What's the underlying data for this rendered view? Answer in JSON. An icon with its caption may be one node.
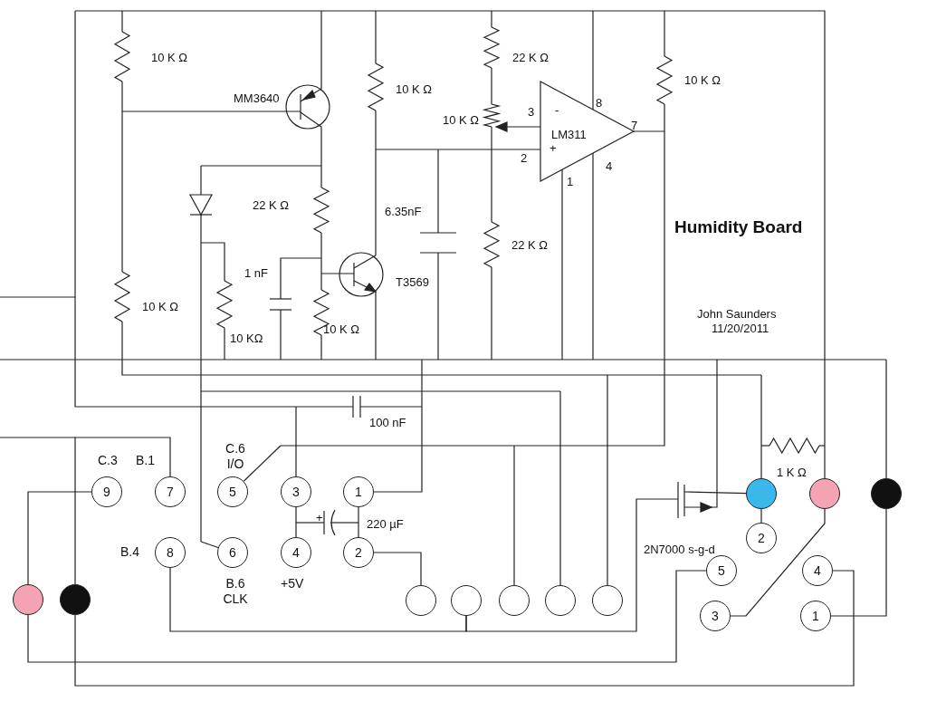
{
  "diagram": {
    "title": "Humidity Board",
    "nodes": [
      {
        "text": [
          "9"
        ],
        "beside": [
          "C.3"
        ]
      },
      {
        "text": [
          "7"
        ],
        "beside": [
          "B.1"
        ]
      },
      {
        "text": [
          "5"
        ],
        "beside": [
          "C.6 I/O"
        ]
      },
      {
        "text": [
          "3"
        ]
      },
      {
        "text": [
          "1"
        ]
      },
      {
        "text": [],
        "shape": "circle"
      },
      {
        "text": [],
        "shape": "circle"
      },
      {
        "text": [],
        "shape": "circle"
      },
      {
        "text": [
          "8"
        ],
        "beside": [
          "B.4"
        ]
      },
      {
        "text": [
          "6"
        ],
        "beside": [
          "B.6 CLK"
        ]
      },
      {
        "text": [
          "4"
        ],
        "beside": [
          "+5V"
        ]
      },
      {
        "text": [
          "2"
        ]
      },
      {
        "text": [
          "2"
        ]
      },
      {
        "text": [
          "5"
        ]
      },
      {
        "text": [
          "4"
        ]
      },
      {
        "text": [],
        "shape": "circle"
      },
      {
        "text": [],
        "shape": "circle"
      },
      {
        "text": [],
        "shape": "circle"
      },
      {
        "text": [],
        "shape": "circle"
      },
      {
        "text": [],
        "shape": "circle"
      },
      {
        "text": [],
        "shape": "circle"
      },
      {
        "text": [],
        "shape": "circle"
      },
      {
        "text": [
          "3"
        ]
      },
      {
        "text": [
          "1"
        ]
      }
    ],
    "edges": [
      {
        "from": 0,
        "to": 15,
        "arrow": "none"
      },
      {
        "from": 15,
        "to": 13,
        "arrow": "none"
      },
      {
        "from": 1,
        "to": 16,
        "arrow": "none"
      },
      {
        "from": 16,
        "to": 14,
        "arrow": "none"
      },
      {
        "from": 3,
        "to": 10,
        "arrow": "none"
      },
      {
        "from": 4,
        "to": 11,
        "arrow": "none"
      },
      {
        "from": 11,
        "to": 17,
        "arrow": "none"
      },
      {
        "from": 8,
        "to": 18,
        "arrow": "none"
      },
      {
        "from": 5,
        "to": 12,
        "arrow": "none"
      },
      {
        "from": 6,
        "to": 22,
        "arrow": "none"
      },
      {
        "from": 7,
        "to": 23,
        "arrow": "none"
      },
      {
        "from": 2,
        "to": null,
        "arrow": "none"
      },
      {
        "from": 9,
        "to": null,
        "arrow": "none"
      },
      {
        "from": 3,
        "to": null,
        "arrow": "none"
      },
      {
        "from": 4,
        "to": null,
        "arrow": "none"
      },
      {
        "from": 19,
        "to": null,
        "arrow": "none"
      },
      {
        "from": 20,
        "to": null,
        "arrow": "none"
      },
      {
        "from": 21,
        "to": null,
        "arrow": "none"
      },
      {
        "from": 5,
        "to": null,
        "arrow": "none"
      },
      {
        "from": 6,
        "to": null,
        "arrow": "none"
      },
      {
        "from": 7,
        "to": null,
        "arrow": "none"
      },
      {
        "from": 5,
        "to": null,
        "arrow": "none"
      },
      {
        "from": 18,
        "to": null,
        "arrow": "none"
      }
    ],
    "labels": [
      "10 K Ω",
      "MM3640",
      "10 K Ω",
      "22 K Ω",
      "10 K Ω",
      "3",
      "-",
      "8",
      "LM311",
      "7",
      "+",
      "2",
      "4",
      "1",
      "10 K Ω",
      "22 K Ω",
      "6.35nF",
      "22 K Ω",
      "1 nF",
      "T3569",
      "10 K Ω",
      "John Saunders",
      "11/20/2011",
      "10 KΩ",
      "10 K Ω",
      "100 nF",
      "+",
      "220 µF",
      "1 K Ω",
      "2N7000 s-g-d"
    ]
  }
}
